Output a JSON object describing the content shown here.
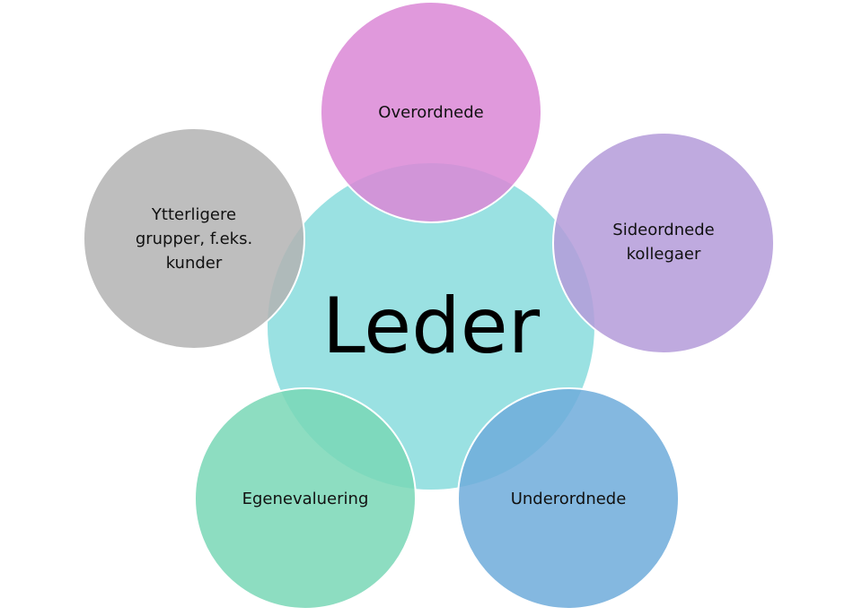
{
  "center": {
    "label": "Leder",
    "color": "#8FDEDF"
  },
  "nodes": [
    {
      "id": "overordnede",
      "label": "Overordnede",
      "color": "#DA87D6"
    },
    {
      "id": "sideordnede",
      "label": "Sideordnede\nkollegaer",
      "color": "#B49BD9"
    },
    {
      "id": "underordnede",
      "label": "Underordnede",
      "color": "#6FACDA"
    },
    {
      "id": "egenevaluering",
      "label": "Egenevaluering",
      "color": "#79D7B6"
    },
    {
      "id": "ytterligere",
      "label": "Ytterligere\ngrupper, f.eks.\nkunder",
      "color": "#B3B3B3"
    }
  ]
}
